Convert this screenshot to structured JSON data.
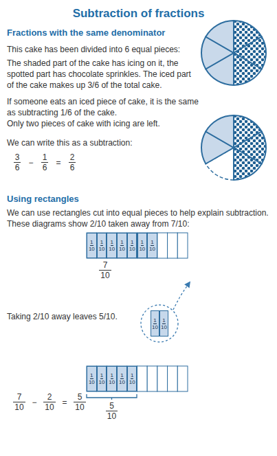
{
  "diagram": {
    "title": "Subtraction of fractions",
    "nodes": [
      {
        "text": [
          "1",
          "10"
        ]
      },
      {
        "text": [
          "1",
          "10"
        ]
      },
      {
        "text": [
          "1",
          "10"
        ]
      },
      {
        "text": [
          "1",
          "10"
        ]
      },
      {
        "text": [
          "1",
          "10"
        ]
      },
      {
        "text": [
          "1",
          "10"
        ]
      },
      {
        "text": [
          "1",
          "10"
        ]
      },
      {
        "text": [
          "1",
          "10"
        ]
      },
      {
        "text": [
          "1",
          "10"
        ]
      },
      {
        "text": [
          "1",
          "10"
        ]
      },
      {
        "text": [
          "1",
          "10"
        ]
      },
      {
        "text": [
          "1",
          "10"
        ]
      },
      {
        "text": [
          "1",
          "10"
        ]
      },
      {
        "text": [
          "1",
          "10"
        ]
      }
    ],
    "labels": [
      "Fractions with the same denominator",
      "This cake has been divided into 6 equal pieces:",
      "The shaded part of the cake has icing on it, the spotted part has chocolate sprinkles. The iced part of the cake makes up 3/6 of the total cake.",
      "If someone eats an iced piece of cake, it is the same as subtracting 1/6 of the cake.",
      "Only two pieces of cake with icing are left.",
      "We can write this as a subtraction:",
      "3",
      "6",
      "−",
      "1",
      "6",
      "=",
      "2",
      "6",
      "Using rectangles",
      "We can use rectangles cut into equal pieces to help explain subtraction. These diagrams show 2/10 taken away from 7/10:",
      "7",
      "10",
      "Taking 2/10 away leaves 5/10.",
      "7",
      "10",
      "−",
      "2",
      "10",
      "=",
      "5",
      "10",
      "5",
      "10"
    ]
  }
}
